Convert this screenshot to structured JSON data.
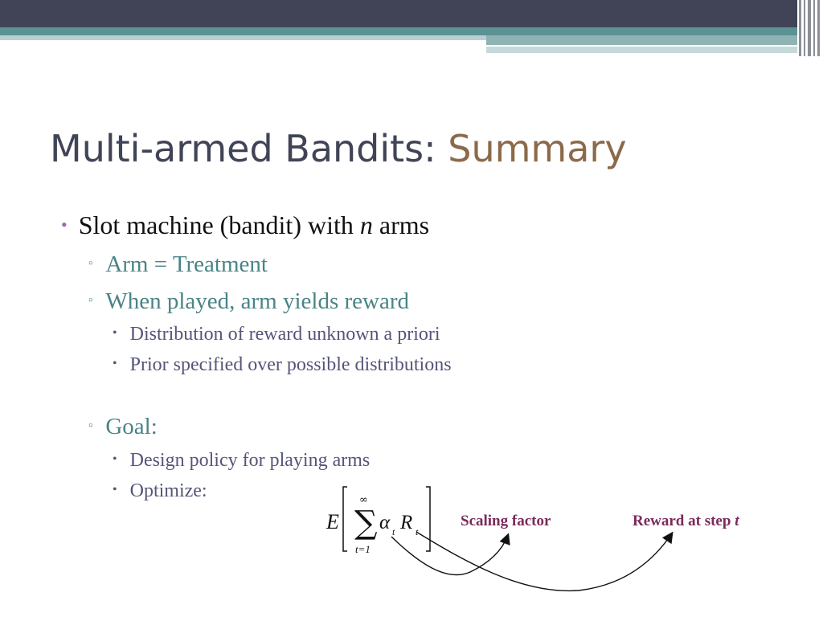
{
  "title": {
    "main": "Multi-armed Bandits: ",
    "accent": "Summary"
  },
  "bullets": {
    "b1_pre": "Slot machine (bandit) with ",
    "b1_var": "n",
    "b1_post": " arms",
    "b2": "Arm = Treatment",
    "b3": "When played, arm yields reward",
    "b4": "Distribution of reward unknown a priori",
    "b5": "Prior specified over possible distributions",
    "b6": "Goal:",
    "b7": "Design policy for playing arms",
    "b8": "Optimize:"
  },
  "marks": {
    "l1": "•",
    "l2": "▫",
    "l3": "•"
  },
  "formula": {
    "E": "E",
    "sum": "∑",
    "upper": "∞",
    "lower": "t=1",
    "alpha": "α",
    "sub1": "t",
    "R": "R",
    "sub2": "t"
  },
  "annotations": {
    "scaling": "Scaling factor",
    "reward_pre": "Reward at step ",
    "reward_var": "t"
  },
  "colors": {
    "title": "#404456",
    "title_accent": "#8b6a4a",
    "level1_bullet": "#9b6bb0",
    "level2_text": "#4a8486",
    "level3_text": "#55557a",
    "annotation": "#7a2a5a"
  }
}
